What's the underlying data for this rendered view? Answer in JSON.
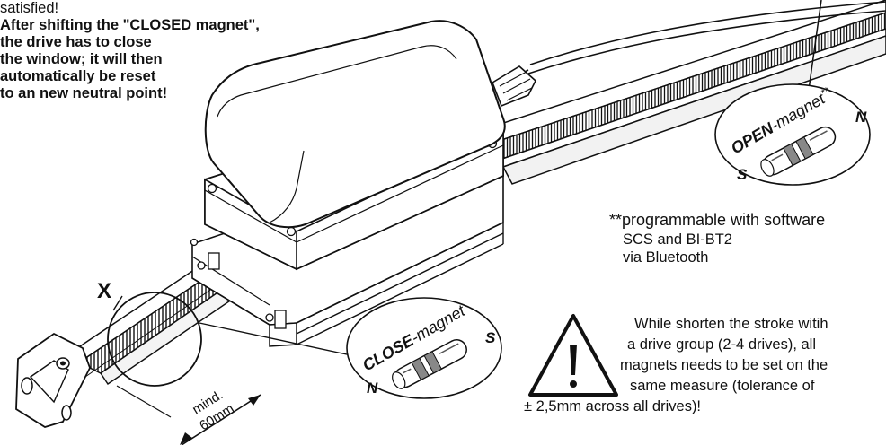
{
  "intro_tail": "satisfied!",
  "closed_note": [
    "After shifting the \"CLOSED magnet\",",
    "the drive has to close",
    "the window; it will then",
    "automatically be reset",
    "to an new neutral point!"
  ],
  "open_magnet": {
    "name": "OPEN",
    "suffix": "-magnet",
    "mark": "**",
    "pole_left": "S",
    "pole_right": "N"
  },
  "close_magnet": {
    "name": "CLOSE",
    "suffix": "-magnet",
    "pole_left": "N",
    "pole_right": "S"
  },
  "footnote": [
    "**programmable with software",
    "SCS and BI-BT2",
    "via  Bluetooth"
  ],
  "detail_label": "X",
  "dimension": {
    "line1": "mind.",
    "line2": "60mm"
  },
  "warning": [
    "While shorten the stroke witih",
    "a drive group (2-4 drives), all",
    "magnets needs to be set on the",
    "same measure (tolerance of",
    "± 2,5mm across all drives)!"
  ]
}
